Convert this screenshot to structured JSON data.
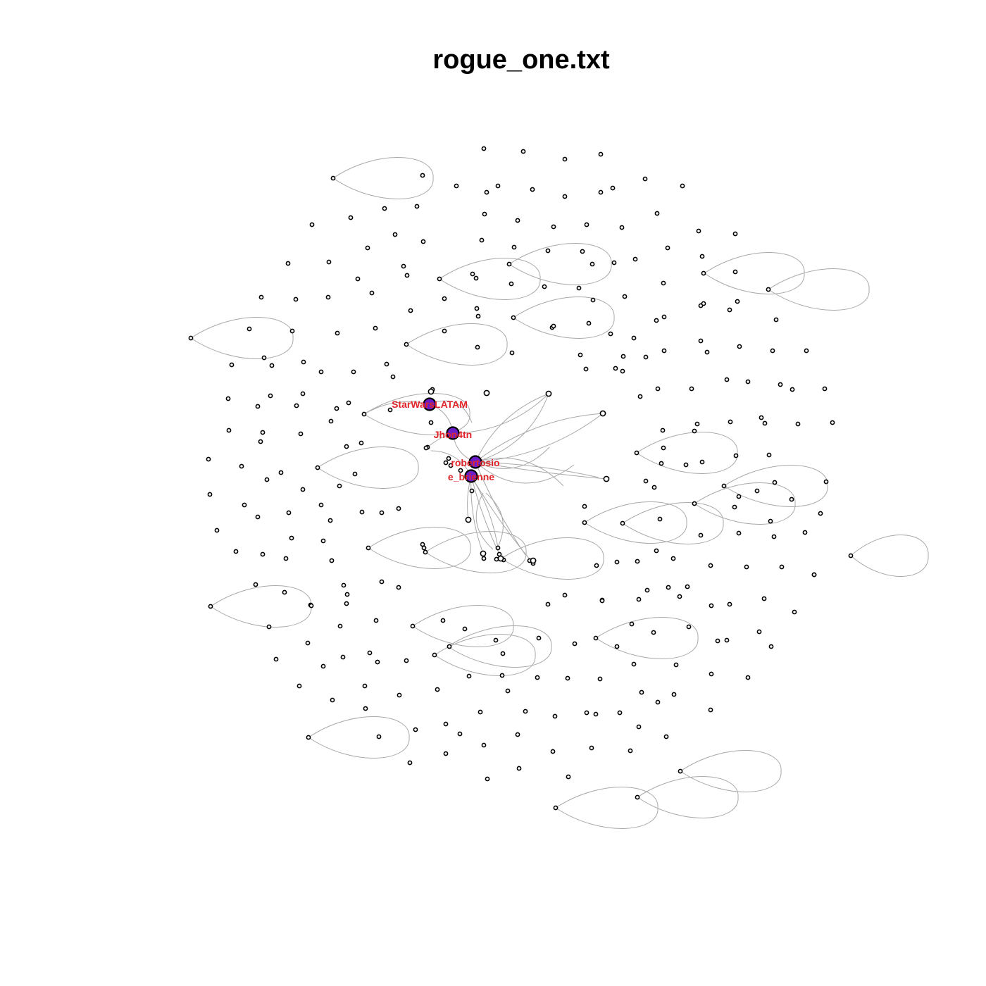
{
  "figure": {
    "title": "rogue_one.txt"
  },
  "colors": {
    "hub_fill": "#6a1cc9",
    "hub_label": "#e0262a",
    "edge": "#a8a8a8",
    "node_stroke": "#000000"
  },
  "hubs": [
    {
      "label": "StarWarsLATAM"
    },
    {
      "label": "Jhon4tn"
    },
    {
      "label": "robertosio"
    },
    {
      "label": "e_brienne"
    }
  ]
}
